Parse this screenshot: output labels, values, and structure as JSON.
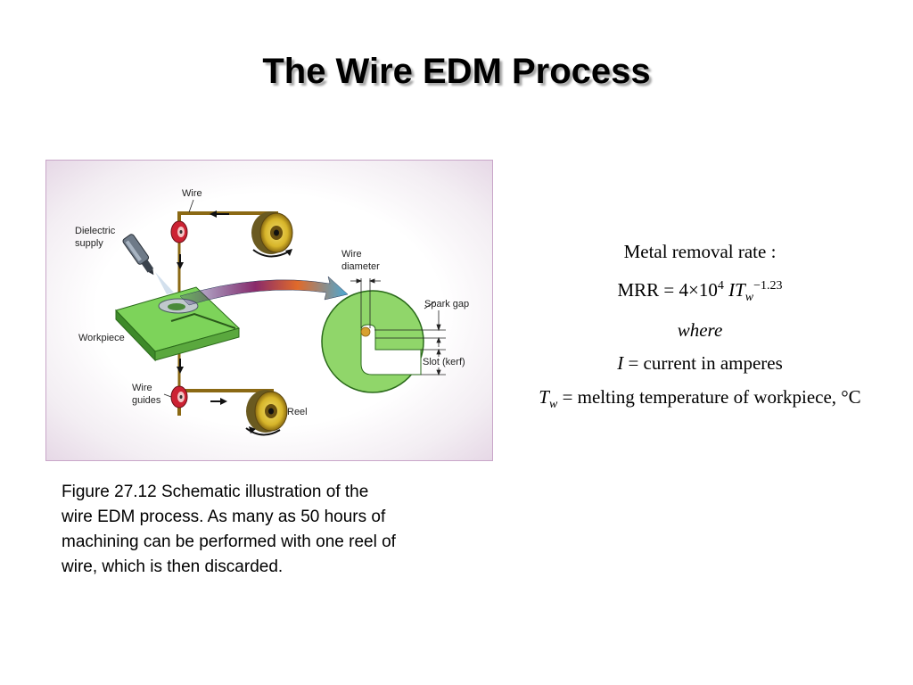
{
  "slide": {
    "title": "The Wire EDM Process"
  },
  "figure": {
    "labels": {
      "wire": "Wire",
      "dielectric_1": "Dielectric",
      "dielectric_2": "supply",
      "workpiece": "Workpiece",
      "wire_guides_1": "Wire",
      "wire_guides_2": "guides",
      "reel": "Reel",
      "wire_diameter_1": "Wire",
      "wire_diameter_2": "diameter",
      "spark_gap": "Spark gap",
      "slot_kerf": "Slot (kerf)"
    },
    "colors": {
      "workpiece_green": "#7dd35a",
      "detail_green": "#90d66a",
      "reel_gold": "#d7b52a",
      "roller_red": "#cc2233",
      "arrow_start": "#3a2a7a",
      "arrow_end": "#49a9d6"
    }
  },
  "caption": {
    "lines": [
      "Figure 27.12  Schematic illustration of the",
      "wire EDM process.  As many as 50 hours of",
      "machining can be performed with one reel of",
      "wire, which is then discarded."
    ]
  },
  "formula": {
    "heading": "Metal removal rate :",
    "mrr_lhs": "MRR",
    "eq": "=",
    "coef": "4",
    "times": "×",
    "base": "10",
    "exp": "4",
    "var_I": "I",
    "var_T": "T",
    "sub_w": "w",
    "tw_exp": "−1.23",
    "where": "where",
    "i_def": "current in amperes",
    "tw_def": "melting temperature of workpiece, °C"
  }
}
